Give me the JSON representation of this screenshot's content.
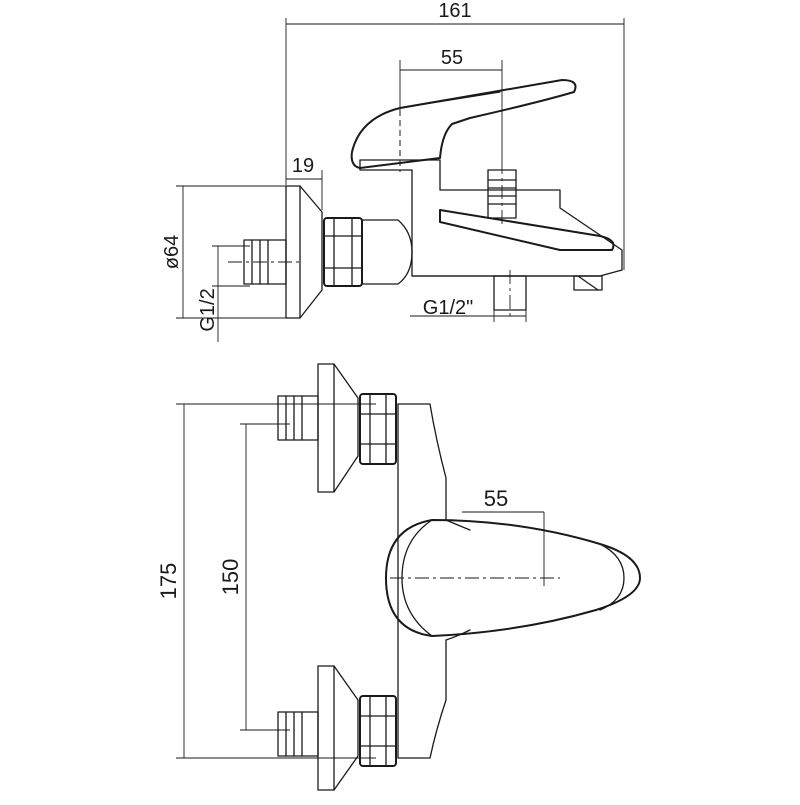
{
  "dimensions": {
    "top_width": "161",
    "top_lever": "55",
    "top_depth": "19",
    "top_flange_diameter": "ø64",
    "top_inlet_thread": "G1/2",
    "top_outlet_thread": "G1/2\"",
    "front_height": "175",
    "front_centers": "150",
    "front_lever": "55"
  }
}
